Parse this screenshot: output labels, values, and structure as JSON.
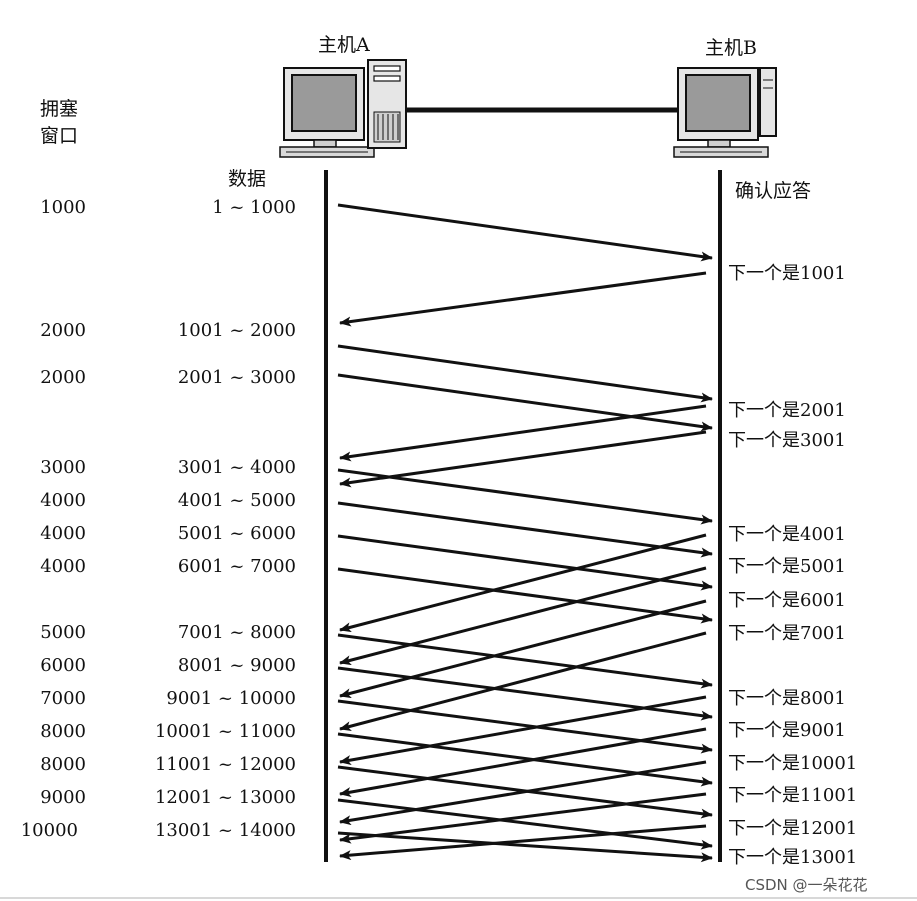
{
  "hosts": {
    "a": "主机A",
    "b": "主机B"
  },
  "headers": {
    "cwnd_line1": "拥塞",
    "cwnd_line2": "窗口",
    "data": "数据",
    "ack": "确认应答"
  },
  "cwnd_values": [
    "1000",
    "2000",
    "2000",
    "3000",
    "4000",
    "4000",
    "4000",
    "5000",
    "6000",
    "7000",
    "8000",
    "8000",
    "9000",
    "10000"
  ],
  "data_ranges": [
    "1 ~ 1000",
    "1001 ~ 2000",
    "2001 ~ 3000",
    "3001 ~ 4000",
    "4001 ~ 5000",
    "5001 ~ 6000",
    "6001 ~ 7000",
    "7001 ~ 8000",
    "8001 ~ 9000",
    "9001 ~ 10000",
    "10001 ~ 11000",
    "11001 ~ 12000",
    "12001 ~ 13000",
    "13001 ~ 14000"
  ],
  "acks": [
    "下一个是1001",
    "下一个是2001",
    "下一个是3001",
    "下一个是4001",
    "下一个是5001",
    "下一个是6001",
    "下一个是7001",
    "下一个是8001",
    "下一个是9001",
    "下一个是10001",
    "下一个是11001",
    "下一个是12001",
    "下一个是13001"
  ],
  "watermark": "CSDN @一朵花花"
}
